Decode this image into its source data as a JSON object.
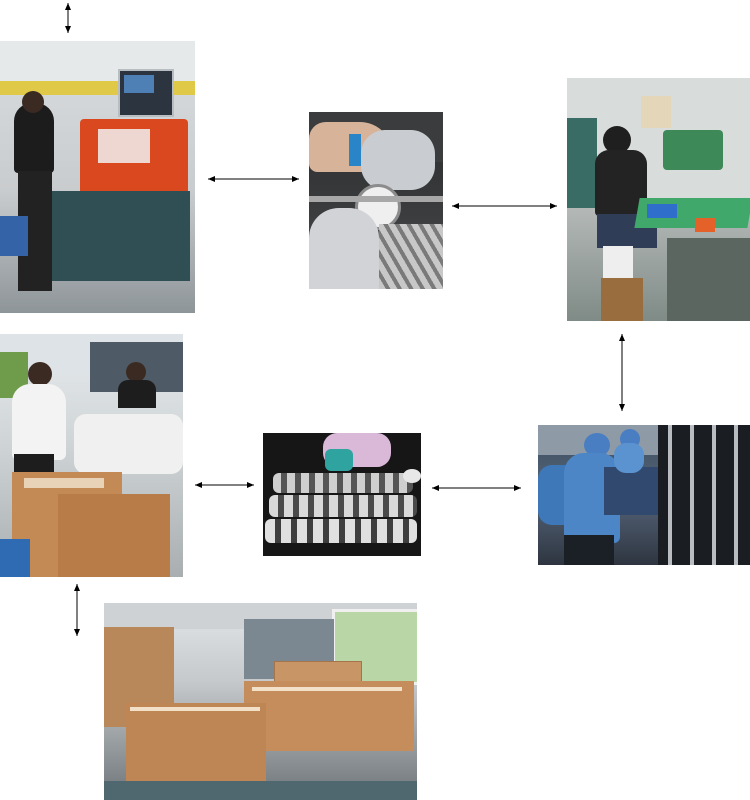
{
  "diagram": {
    "nodes": [
      {
        "id": "cnc-machining",
        "icon": "cnc-machine-photo"
      },
      {
        "id": "caliper-inspection",
        "icon": "caliper-photo"
      },
      {
        "id": "drilling-station",
        "icon": "drill-press-photo"
      },
      {
        "id": "assembly-line",
        "icon": "assembly-workers-photo"
      },
      {
        "id": "finished-clamps",
        "icon": "product-photo"
      },
      {
        "id": "packaging",
        "icon": "packaging-photo"
      },
      {
        "id": "warehouse",
        "icon": "warehouse-photo"
      }
    ],
    "edges": [
      {
        "from": "cnc-machining",
        "to": "caliper-inspection",
        "style": "double-headed"
      },
      {
        "from": "caliper-inspection",
        "to": "drilling-station",
        "style": "double-headed"
      },
      {
        "from": "drilling-station",
        "to": "assembly-line",
        "style": "double-headed"
      },
      {
        "from": "assembly-line",
        "to": "finished-clamps",
        "style": "double-headed"
      },
      {
        "from": "finished-clamps",
        "to": "packaging",
        "style": "double-headed"
      },
      {
        "from": "packaging",
        "to": "warehouse",
        "style": "double-headed"
      }
    ],
    "arrow_color": "#000000"
  }
}
